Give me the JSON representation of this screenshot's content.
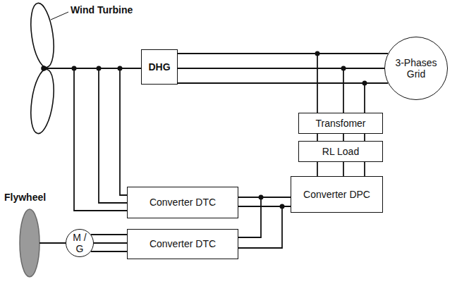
{
  "diagram": {
    "nodes": [
      {
        "text": [
          "DHG"
        ]
      },
      {
        "text": [
          "3-Phases Grid"
        ]
      },
      {
        "text": [
          "Transfomer"
        ]
      },
      {
        "text": [
          "RL Load"
        ]
      },
      {
        "text": [
          "Converter DTC"
        ]
      },
      {
        "text": [
          "Converter DPC"
        ]
      },
      {
        "text": [
          "M / G"
        ]
      },
      {
        "text": [
          "Converter DTC"
        ]
      }
    ],
    "edges": [
      {
        "from": 0,
        "to": 1,
        "arrow": "none"
      },
      {
        "from": 2,
        "to": 3,
        "arrow": "none"
      },
      {
        "from": 3,
        "to": 5,
        "arrow": "none"
      },
      {
        "from": 4,
        "to": 5,
        "arrow": "none"
      },
      {
        "from": 7,
        "to": 5,
        "arrow": "none"
      },
      {
        "from": 6,
        "to": 7,
        "arrow": "none"
      }
    ],
    "labels": [
      "Wind Turbine",
      "Flywheel"
    ]
  }
}
